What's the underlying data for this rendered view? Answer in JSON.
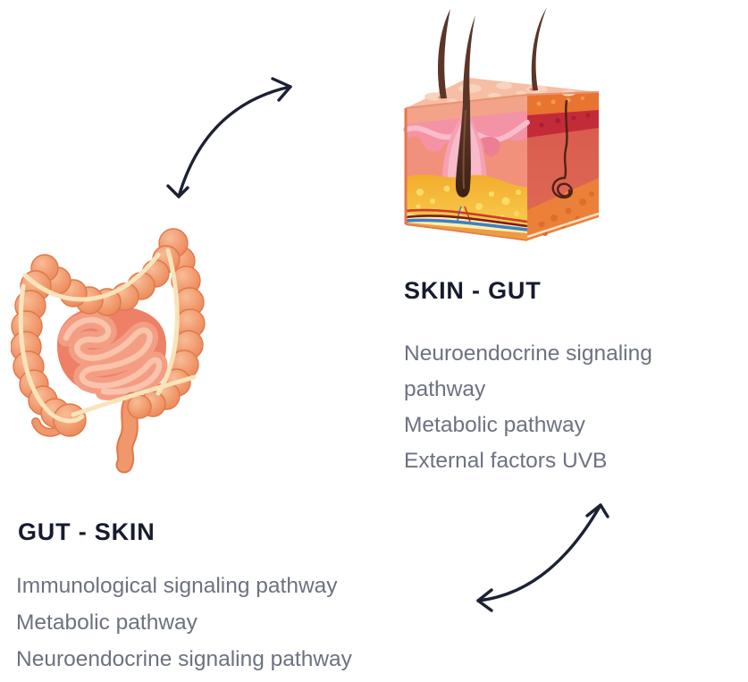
{
  "skin_gut": {
    "title": "SKIN - GUT",
    "items": [
      "Neuroendocrine signaling pathway",
      "Metabolic pathway",
      "External factors UVB"
    ]
  },
  "gut_skin": {
    "title": "GUT - SKIN",
    "items": [
      "Immunological signaling pathway",
      "Metabolic pathway",
      "Neuroendocrine signaling pathway"
    ]
  },
  "colors": {
    "heading_text": "#171B2E",
    "body_text": "#6C7280",
    "arrow": "#1C2133",
    "intestine_orange": "#F0946A",
    "mesentery_cream": "#F7E4BA",
    "skin_pink": "#F1917C",
    "fat_yellow": "#F3B136",
    "vessel_blue": "#3E7FC5",
    "vessel_red": "#D0392D",
    "hair_brown": "#5B3526"
  }
}
